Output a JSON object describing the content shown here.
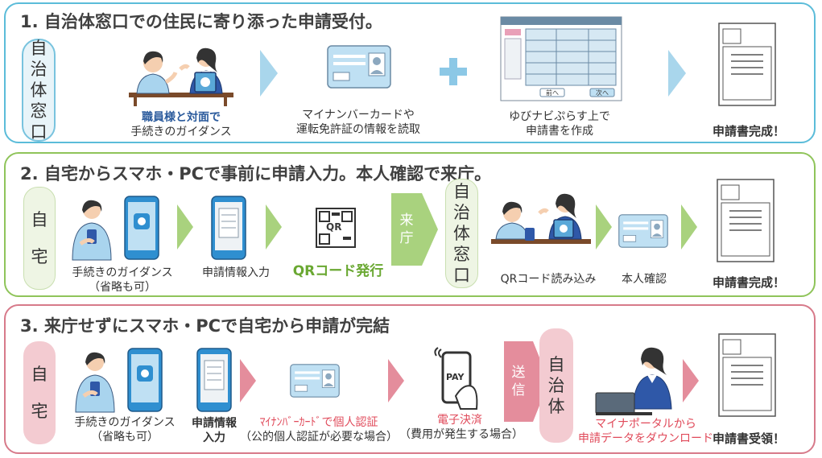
{
  "section1": {
    "title": "1. 自治体窓口での住民に寄り添った申請受付。",
    "pill": [
      "自",
      "治",
      "体",
      "窓",
      "口"
    ],
    "step1_line1": "職員様と対面で",
    "step1_line2": "手続きのガイダンス",
    "step2_line1": "マイナンバーカードや",
    "step2_line2": "運転免許証の情報を読取",
    "step3_line1": "ゆびナビぷらす上で",
    "step3_line2": "申請書を作成",
    "form_prev": "前へ",
    "form_next": "次へ",
    "done": "申請書完成！"
  },
  "section2": {
    "title": "2. 自宅からスマホ・PCで事前に申請入力。本人確認で来庁。",
    "pill_home": [
      "自",
      "宅"
    ],
    "step1_line1": "手続きのガイダンス",
    "step1_line2": "（省略も可）",
    "step2": "申請情報入力",
    "step3": "QRコード発行",
    "qr_text": "QR",
    "arrow_label": [
      "来",
      "庁"
    ],
    "pill_office": [
      "自",
      "治",
      "体",
      "窓",
      "口"
    ],
    "step4": "QRコード読み込み",
    "step5": "本人確認",
    "done": "申請書完成！"
  },
  "section3": {
    "title": "3. 来庁せずにスマホ・PCで自宅から申請が完結",
    "pill_home": [
      "自",
      "宅"
    ],
    "step1_line1": "手続きのガイダンス",
    "step1_line2": "（省略も可）",
    "step2_line1": "申請情報",
    "step2_line2": "入力",
    "step3_line1": "ﾏｲﾅﾝﾊﾞｰｶｰﾄﾞで個人認証",
    "step3_line2": "（公的個人認証が必要な場合）",
    "step4_line1": "電子決済",
    "step4_line2": "（費用が発生する場合）",
    "pay_text": "PAY",
    "arrow_label": [
      "送",
      "信"
    ],
    "pill_office": [
      "自",
      "治",
      "体"
    ],
    "step5_line1": "マイナポータルから",
    "step5_line2": "申請データをダウンロード",
    "done": "申請書受領！"
  },
  "colors": {
    "blue_border": "#5bbcd9",
    "green_border": "#8fc45a",
    "pink_border": "#d77a8a",
    "blue_arrow": "#a9d6ec",
    "green_arrow": "#a9d27e",
    "pink_arrow": "#e48d9c",
    "plus": "#8cc8e6"
  },
  "icons": [
    "clerk-and-resident-icon",
    "id-card-icon",
    "plus-icon",
    "application-form-icon",
    "document-icon",
    "person-with-phone-icon",
    "smartphone-icon",
    "qr-code-icon",
    "tablet-scan-icon",
    "phone-payment-icon",
    "woman-at-laptop-icon",
    "arrow-icon"
  ]
}
